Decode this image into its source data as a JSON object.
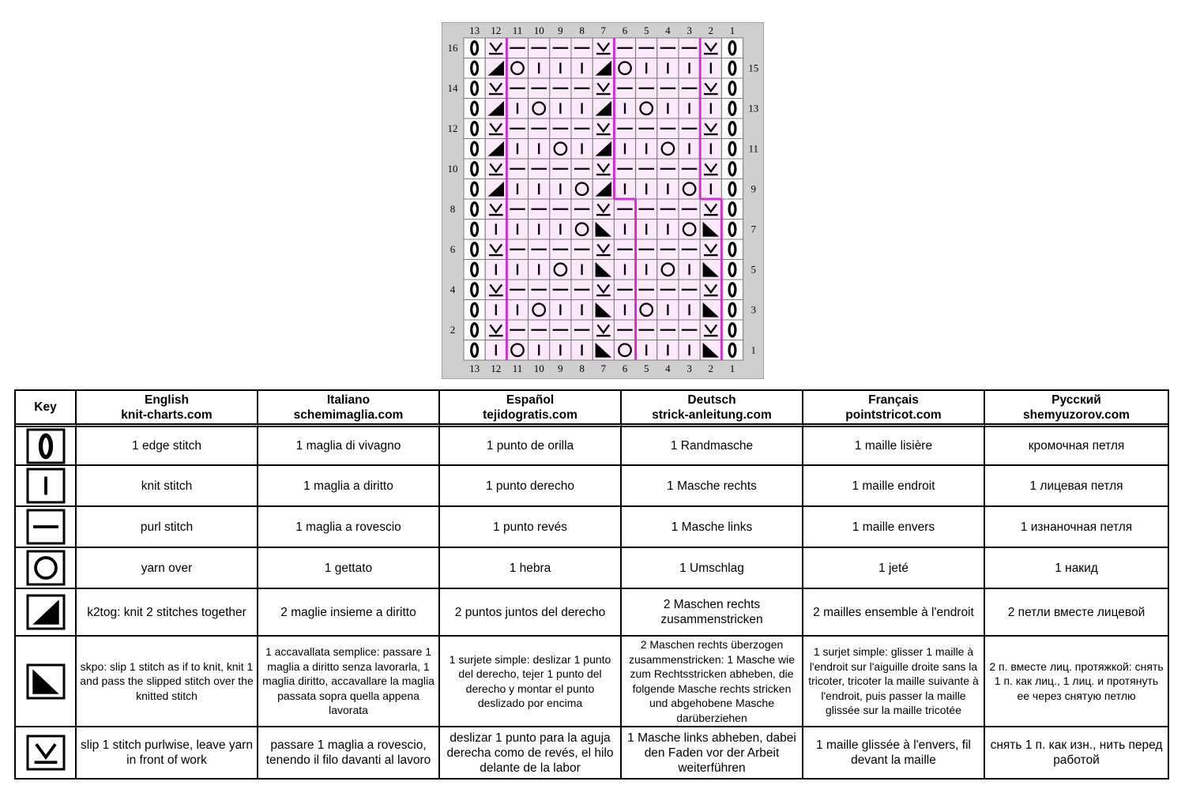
{
  "chart": {
    "colors": {
      "grid": "#777777",
      "header_bg": "#cfcfcf",
      "pattern_bg": "#fbe9fb",
      "white": "#ffffff",
      "repeat_line": "#cc33cc",
      "symbol": "#000000"
    },
    "col_numbers": [
      13,
      12,
      11,
      10,
      9,
      8,
      7,
      6,
      5,
      4,
      3,
      2,
      1
    ],
    "left_row_numbers": [
      16,
      14,
      12,
      10,
      8,
      6,
      4,
      2
    ],
    "right_row_numbers": [
      15,
      13,
      11,
      9,
      7,
      5,
      3,
      1
    ],
    "rows": [
      {
        "row": 16,
        "cells": [
          "edge",
          "slip",
          "purl",
          "purl",
          "purl",
          "purl",
          "slip",
          "purl",
          "purl",
          "purl",
          "purl",
          "slip",
          "edge"
        ]
      },
      {
        "row": 15,
        "cells": [
          "edge",
          "k2tog",
          "yo",
          "knit",
          "knit",
          "knit",
          "k2tog",
          "yo",
          "knit",
          "knit",
          "knit",
          "knit",
          "edge"
        ]
      },
      {
        "row": 14,
        "cells": [
          "edge",
          "slip",
          "purl",
          "purl",
          "purl",
          "purl",
          "slip",
          "purl",
          "purl",
          "purl",
          "purl",
          "slip",
          "edge"
        ]
      },
      {
        "row": 13,
        "cells": [
          "edge",
          "k2tog",
          "knit",
          "yo",
          "knit",
          "knit",
          "k2tog",
          "knit",
          "yo",
          "knit",
          "knit",
          "knit",
          "edge"
        ]
      },
      {
        "row": 12,
        "cells": [
          "edge",
          "slip",
          "purl",
          "purl",
          "purl",
          "purl",
          "slip",
          "purl",
          "purl",
          "purl",
          "purl",
          "slip",
          "edge"
        ]
      },
      {
        "row": 11,
        "cells": [
          "edge",
          "k2tog",
          "knit",
          "knit",
          "yo",
          "knit",
          "k2tog",
          "knit",
          "knit",
          "yo",
          "knit",
          "knit",
          "edge"
        ]
      },
      {
        "row": 10,
        "cells": [
          "edge",
          "slip",
          "purl",
          "purl",
          "purl",
          "purl",
          "slip",
          "purl",
          "purl",
          "purl",
          "purl",
          "slip",
          "edge"
        ]
      },
      {
        "row": 9,
        "cells": [
          "edge",
          "k2tog",
          "knit",
          "knit",
          "knit",
          "yo",
          "k2tog",
          "knit",
          "knit",
          "knit",
          "yo",
          "knit",
          "edge"
        ]
      },
      {
        "row": 8,
        "cells": [
          "edge",
          "slip",
          "purl",
          "purl",
          "purl",
          "purl",
          "slip",
          "purl",
          "purl",
          "purl",
          "purl",
          "slip",
          "edge"
        ]
      },
      {
        "row": 7,
        "cells": [
          "edge",
          "knit",
          "knit",
          "knit",
          "knit",
          "yo",
          "skpo",
          "knit",
          "knit",
          "knit",
          "yo",
          "skpo",
          "edge"
        ]
      },
      {
        "row": 6,
        "cells": [
          "edge",
          "slip",
          "purl",
          "purl",
          "purl",
          "purl",
          "slip",
          "purl",
          "purl",
          "purl",
          "purl",
          "slip",
          "edge"
        ]
      },
      {
        "row": 5,
        "cells": [
          "edge",
          "knit",
          "knit",
          "knit",
          "yo",
          "knit",
          "skpo",
          "knit",
          "knit",
          "yo",
          "knit",
          "skpo",
          "edge"
        ]
      },
      {
        "row": 4,
        "cells": [
          "edge",
          "slip",
          "purl",
          "purl",
          "purl",
          "purl",
          "slip",
          "purl",
          "purl",
          "purl",
          "purl",
          "slip",
          "edge"
        ]
      },
      {
        "row": 3,
        "cells": [
          "edge",
          "knit",
          "knit",
          "yo",
          "knit",
          "knit",
          "skpo",
          "knit",
          "yo",
          "knit",
          "knit",
          "skpo",
          "edge"
        ]
      },
      {
        "row": 2,
        "cells": [
          "edge",
          "slip",
          "purl",
          "purl",
          "purl",
          "purl",
          "slip",
          "purl",
          "purl",
          "purl",
          "purl",
          "slip",
          "edge"
        ]
      },
      {
        "row": 1,
        "cells": [
          "edge",
          "knit",
          "yo",
          "knit",
          "knit",
          "knit",
          "skpo",
          "yo",
          "knit",
          "knit",
          "knit",
          "skpo",
          "edge"
        ]
      }
    ]
  },
  "key": {
    "corner_label": "Key",
    "languages": [
      {
        "name": "English",
        "site": "knit-charts.com"
      },
      {
        "name": "Italiano",
        "site": "schemimaglia.com"
      },
      {
        "name": "Español",
        "site": "tejidogratis.com"
      },
      {
        "name": "Deutsch",
        "site": "strick-anleitung.com"
      },
      {
        "name": "Français",
        "site": "pointstricot.com"
      },
      {
        "name": "Русский",
        "site": "shemyuzorov.com"
      }
    ],
    "symbols": [
      {
        "symbol": "edge",
        "texts": [
          "1 edge stitch",
          "1 maglia di vivagno",
          "1 punto de orilla",
          "1 Randmasche",
          "1 maille lisière",
          "кромочная петля"
        ]
      },
      {
        "symbol": "knit",
        "texts": [
          "knit stitch",
          "1 maglia a diritto",
          "1 punto derecho",
          "1 Masche rechts",
          "1 maille endroit",
          "1 лицевая петля"
        ]
      },
      {
        "symbol": "purl",
        "texts": [
          "purl stitch",
          "1 maglia a rovescio",
          "1 punto revés",
          "1 Masche links",
          "1 maille envers",
          "1 изнаночная петля"
        ]
      },
      {
        "symbol": "yo",
        "texts": [
          "yarn over",
          "1 gettato",
          "1 hebra",
          "1 Umschlag",
          "1 jeté",
          "1 накид"
        ]
      },
      {
        "symbol": "k2tog",
        "texts": [
          "k2tog: knit 2 stitches together",
          "2 maglie insieme a diritto",
          "2 puntos juntos del derecho",
          "2 Maschen rechts zusammenstricken",
          "2 mailles ensemble à l'endroit",
          "2 петли вместе лицевой"
        ]
      },
      {
        "symbol": "skpo",
        "texts": [
          "skpo: slip 1 stitch as if to knit, knit 1 and pass the slipped stitch over the knitted stitch",
          "1 accavallata semplice: passare 1 maglia a diritto senza lavorarla, 1 maglia diritto, accavallare la maglia passata sopra quella appena lavorata",
          "1 surjete simple: deslizar 1 punto del derecho, tejer 1 punto del derecho y montar el punto deslizado por encima",
          "2 Maschen rechts überzogen zusammenstricken: 1 Masche wie zum Rechtsstricken abheben, die folgende Masche rechts stricken und abgehobene Masche darüberziehen",
          "1 surjet simple: glisser 1 maille à l'endroit sur l'aiguille droite sans la tricoter, tricoter la maille suivante à l'endroit, puis passer la maille glissée sur la maille tricotée",
          "2 п. вместе лиц. протяжкой: снять 1 п. как лиц., 1 лиц. и протянуть ее через снятую петлю"
        ]
      },
      {
        "symbol": "slip",
        "texts": [
          "slip 1 stitch purlwise, leave yarn in front of work",
          "passare 1 maglia a rovescio, tenendo il filo davanti al lavoro",
          "deslizar 1 punto para la aguja derecha como de revés, el hilo delante de la labor",
          "1 Masche links abheben, dabei den Faden vor der Arbeit weiterführen",
          "1 maille glissée à l'envers, fil devant la maille",
          "снять 1 п. как изн., нить перед работой"
        ]
      }
    ]
  }
}
